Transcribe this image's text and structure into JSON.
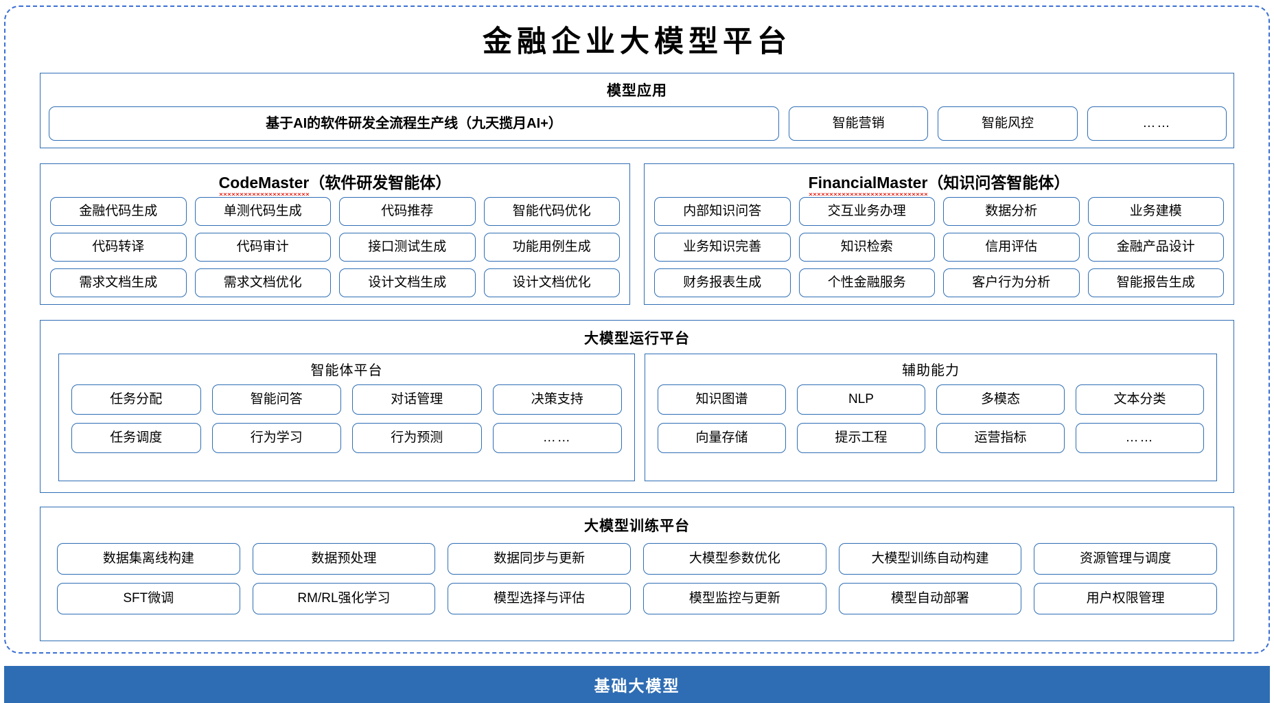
{
  "title": "金融企业大模型平台",
  "colors": {
    "frame_dashed": "#3b6fd4",
    "panel_border": "#2e6db4",
    "pill_border": "#2e6db4",
    "footer_bg": "#2e6db4",
    "footer_text": "#ffffff",
    "spellcheck_underline": "#e8342a",
    "text": "#000000",
    "background": "#ffffff"
  },
  "model_application": {
    "heading": "模型应用",
    "primary": "基于AI的软件研发全流程生产线（九天揽月AI+）",
    "items": [
      "智能营销",
      "智能风控",
      "……"
    ]
  },
  "agents": [
    {
      "name_en": "CodeMaster",
      "name_cn": "（软件研发智能体）",
      "spellchecked": true,
      "items": [
        "金融代码生成",
        "单测代码生成",
        "代码推荐",
        "智能代码优化",
        "代码转译",
        "代码审计",
        "接口测试生成",
        "功能用例生成",
        "需求文档生成",
        "需求文档优化",
        "设计文档生成",
        "设计文档优化"
      ]
    },
    {
      "name_en": "FinancialMaster",
      "name_cn": "（知识问答智能体）",
      "spellchecked": true,
      "items": [
        "内部知识问答",
        "交互业务办理",
        "数据分析",
        "业务建模",
        "业务知识完善",
        "知识检索",
        "信用评估",
        "金融产品设计",
        "财务报表生成",
        "个性金融服务",
        "客户行为分析",
        "智能报告生成"
      ]
    }
  ],
  "runtime_platform": {
    "heading": "大模型运行平台",
    "sub_panels": [
      {
        "heading": "智能体平台",
        "items": [
          "任务分配",
          "智能问答",
          "对话管理",
          "决策支持",
          "任务调度",
          "行为学习",
          "行为预测",
          "……"
        ]
      },
      {
        "heading": "辅助能力",
        "items": [
          "知识图谱",
          "NLP",
          "多模态",
          "文本分类",
          "向量存储",
          "提示工程",
          "运营指标",
          "……"
        ]
      }
    ]
  },
  "training_platform": {
    "heading": "大模型训练平台",
    "items": [
      "数据集离线构建",
      "数据预处理",
      "数据同步与更新",
      "大模型参数优化",
      "大模型训练自动构建",
      "资源管理与调度",
      "SFT微调",
      "RM/RL强化学习",
      "模型选择与评估",
      "模型监控与更新",
      "模型自动部署",
      "用户权限管理"
    ]
  },
  "foundation": {
    "label": "基础大模型"
  }
}
